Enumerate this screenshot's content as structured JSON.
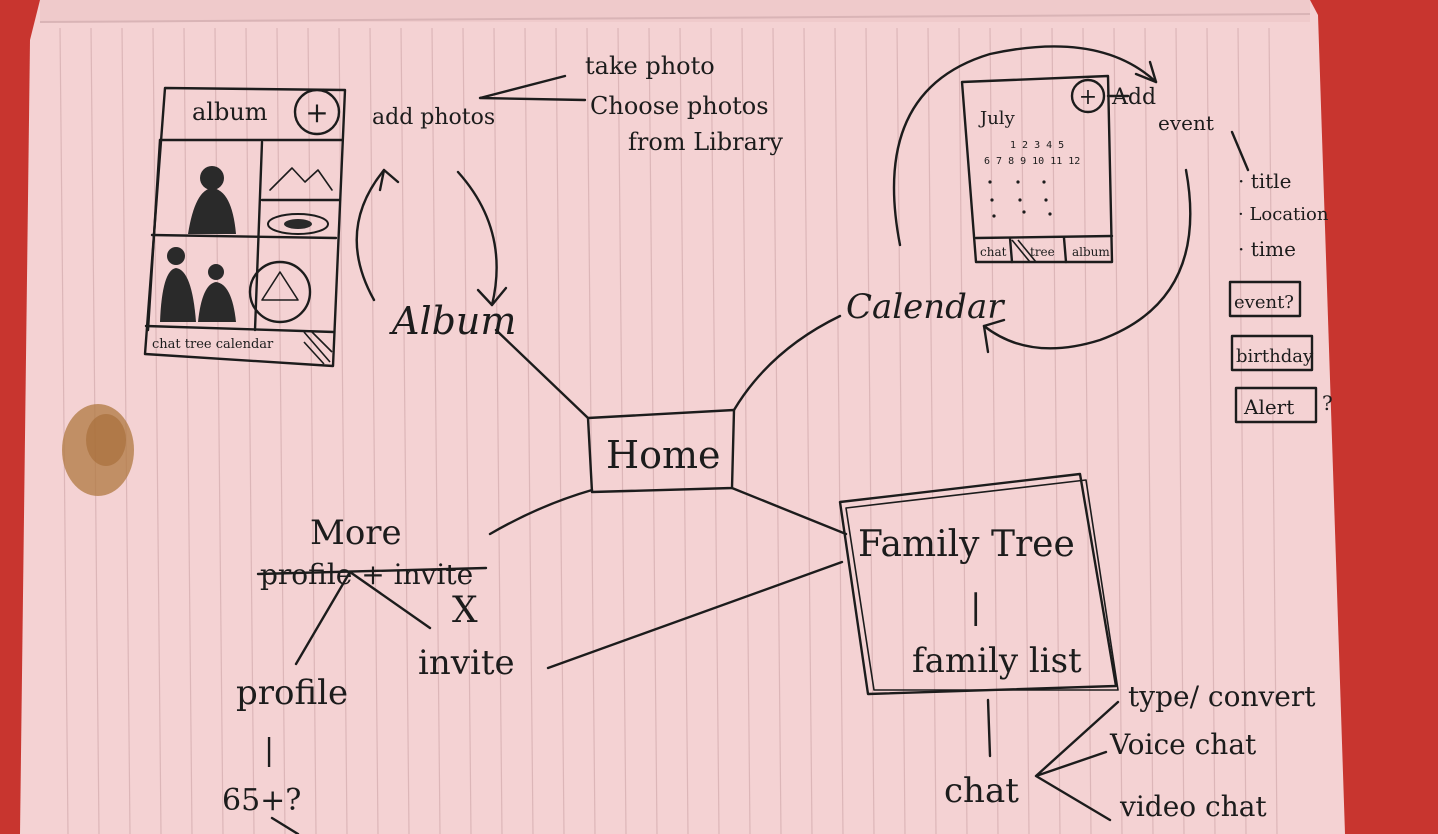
{
  "colors": {
    "background": "#c8352f",
    "paper": "#f4d2d3",
    "rule": "#d8b0b3",
    "ink": "#1c1c1c",
    "stain": "#b07840"
  },
  "center": {
    "label": "Home"
  },
  "album": {
    "label": "Album",
    "sketch": {
      "header": "album",
      "plus_icon": "+",
      "tabs": "chat tree calendar"
    },
    "add_photos": "add photos",
    "options": [
      "take photo",
      "Choose photos",
      "from Library"
    ]
  },
  "calendar": {
    "label": "Calendar",
    "sketch": {
      "month": "July",
      "plus_icon": "+",
      "tabs": [
        "chat",
        "tree",
        "album"
      ]
    },
    "add_event": [
      "Add",
      "event"
    ],
    "fields": [
      "· title",
      "· Location",
      "· time"
    ],
    "types": [
      "event?",
      "birthday",
      "Alert"
    ],
    "alert_mark": "?"
  },
  "family": {
    "title": "Family Tree",
    "divider": "|",
    "subtitle": "family list",
    "chat": "chat",
    "chat_options": [
      "type/ convert",
      "Voice chat",
      "video chat"
    ]
  },
  "more": {
    "label": "More",
    "crossed": "profile + invite",
    "cross_mark": "X",
    "invite": "invite",
    "profile": "profile",
    "divider": "|",
    "age": "65+?"
  }
}
